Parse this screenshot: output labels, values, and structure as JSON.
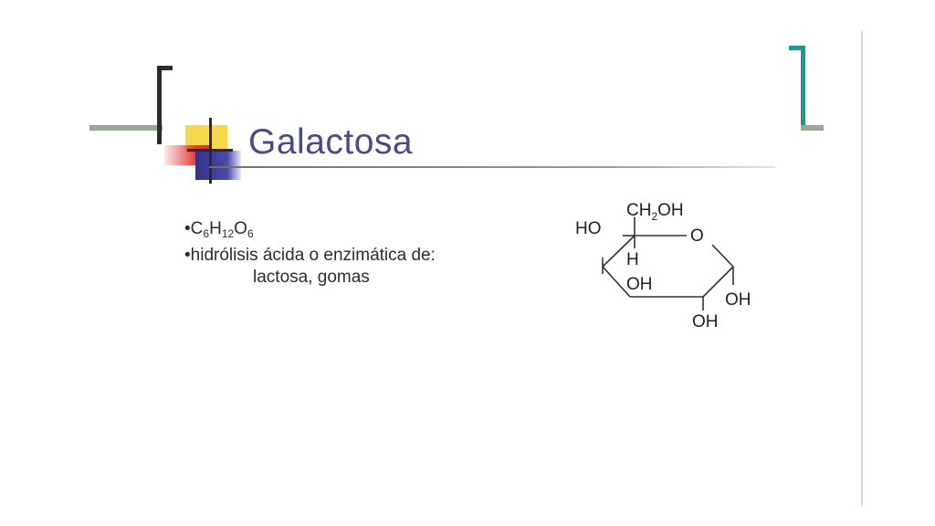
{
  "slide": {
    "title": "Galactosa",
    "bullets": [
      {
        "prefix": "•",
        "formula": {
          "c": "C",
          "c_n": "6",
          "h": "H",
          "h_n": "12",
          "o": "O",
          "o_n": "6"
        }
      },
      {
        "prefix": "•",
        "text": "hidrólisis ácida o enzimática de:"
      },
      {
        "text": "lactosa, gomas"
      }
    ]
  },
  "structure": {
    "top_group_a": "CH",
    "top_group_sub": "2",
    "top_group_b": "OH",
    "ring_oxygen": "O",
    "c4_ho": "HO",
    "c4_h": "H",
    "c3_oh": "OH",
    "c2_oh": "OH",
    "c1_oh": "OH"
  },
  "colors": {
    "title": "#4b4b86",
    "accent_teal": "#1a9a92",
    "accent_yellow": "#f7d84a",
    "accent_red": "#e83a3a",
    "accent_blue": "#33338a",
    "bar_gray": "#9aa896"
  }
}
